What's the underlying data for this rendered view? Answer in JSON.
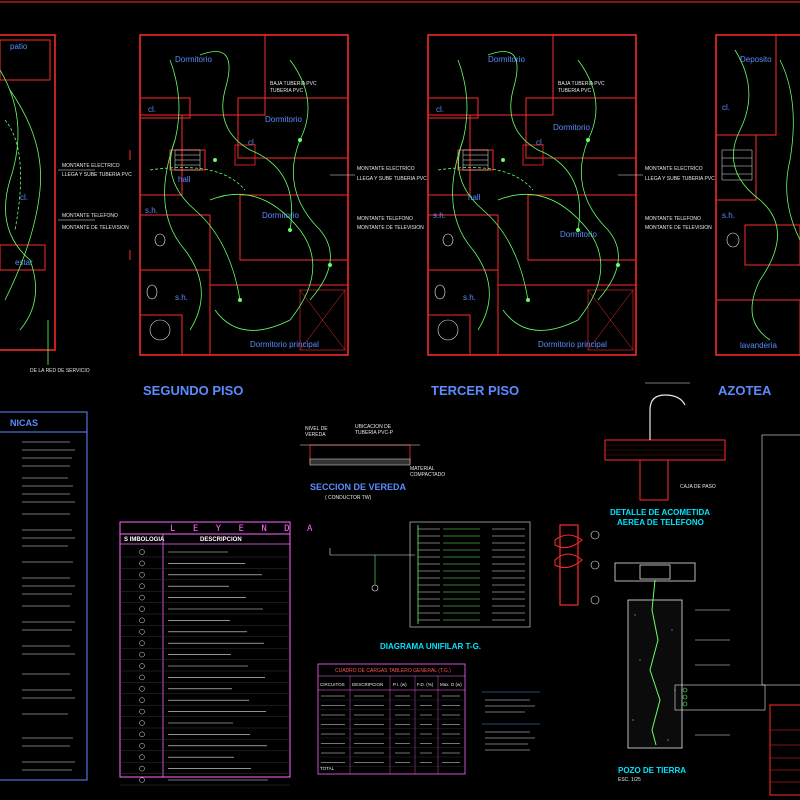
{
  "sheets": {
    "first": {
      "rooms": [
        "patio",
        "estar",
        "cl."
      ]
    },
    "second": {
      "title": "SEGUNDO PISO",
      "rooms": [
        "Dormitorio",
        "Dormitorio",
        "hall",
        "Dormitorio",
        "cl.",
        "cl.",
        "s.h.",
        "s.h.",
        "Dormitorio principal"
      ]
    },
    "third": {
      "title": "TERCER PISO",
      "rooms": [
        "Dormitorio",
        "Dormitorio",
        "hall",
        "Dormitorio",
        "cl.",
        "cl.",
        "s.h.",
        "s.h.",
        "Dormitorio principal"
      ]
    },
    "roof": {
      "title": "AZOTEA",
      "rooms": [
        "Deposito",
        "cl.",
        "s.h.",
        "lavanderia"
      ]
    }
  },
  "notes": {
    "title": "NICAS"
  },
  "legend": {
    "title": "L E Y E N D A",
    "col_symbol": "S IMBOLOGIA",
    "col_description": "DESCRIPCION"
  },
  "details": {
    "vereda_title": "SECCION DE VEREDA",
    "vereda_subtitle": "( CONDUCTOR TW)",
    "acometida_title_1": "DETALLE DE ACOMETIDA",
    "acometida_title_2": "AEREA DE TELEFONO",
    "diagrama_title": "DIAGRAMA UNIFILAR T-G.",
    "pozo_title": "POZO DE TIERRA",
    "pozo_scale": "ESC. 1/25"
  },
  "load_table": {
    "title": "CUADRO DE CARGAS TABLERO GENERAL (T.G.)",
    "headers": [
      "CIRCUITOS",
      "DESCRIPCION",
      "P.I. (w)",
      "F.D. (%)",
      "Max. D (w)"
    ],
    "total_label": "TOTAL"
  },
  "colors": {
    "walls": "#ff2a2a",
    "wiring": "#66ff66",
    "text_blue": "#5b8cff",
    "text_cyan": "#00e5ff",
    "legend_border": "#ff66ff"
  }
}
